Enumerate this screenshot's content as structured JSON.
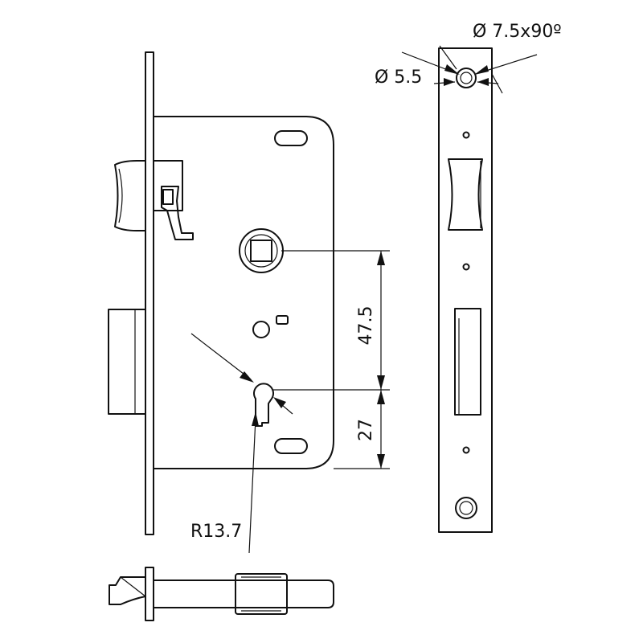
{
  "dimensions": {
    "hole_countersink": "Ø 7.5x90º",
    "hole_diameter": "Ø 5.5",
    "backset_vertical": "47.5",
    "keyhole_to_bottom": "27",
    "keyhole_radius": "R13.7"
  },
  "colors": {
    "line": "#111111",
    "background": "#ffffff"
  }
}
